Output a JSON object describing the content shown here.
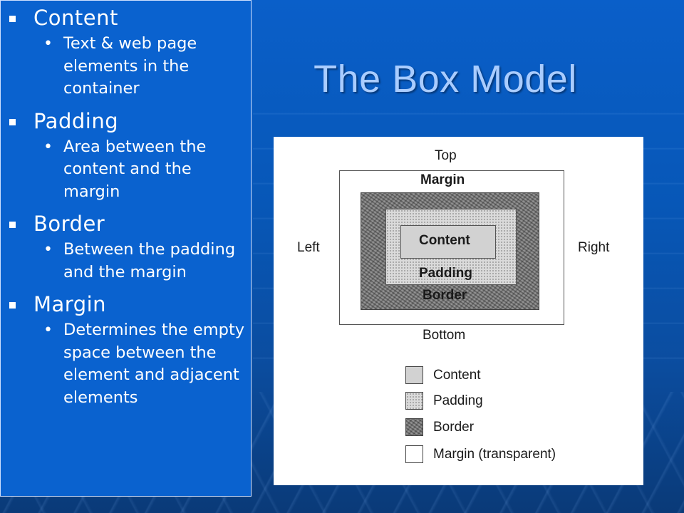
{
  "slide": {
    "title": "The Box Model",
    "bullets": [
      {
        "heading": "Content",
        "detail": "Text & web page elements in the container"
      },
      {
        "heading": "Padding",
        "detail": "Area between the content and the margin"
      },
      {
        "heading": "Border",
        "detail": "Between the padding and the margin"
      },
      {
        "heading": "Margin",
        "detail": "Determines the empty space between the element and adjacent elements"
      }
    ]
  },
  "diagram": {
    "top": "Top",
    "bottom": "Bottom",
    "left": "Left",
    "right": "Right",
    "margin": "Margin",
    "border": "Border",
    "padding": "Padding",
    "content": "Content",
    "legend": [
      {
        "label": "Content",
        "swatch": "content-swatch"
      },
      {
        "label": "Padding",
        "swatch": "padding-swatch"
      },
      {
        "label": "Border",
        "swatch": "border-swatch"
      },
      {
        "label": "Margin (transparent)",
        "swatch": "margin-swatch"
      }
    ]
  },
  "colors": {
    "background": "#0a5fc9",
    "panel": "#0a62cf",
    "title": "#a9ccff",
    "text": "#ffffff"
  }
}
